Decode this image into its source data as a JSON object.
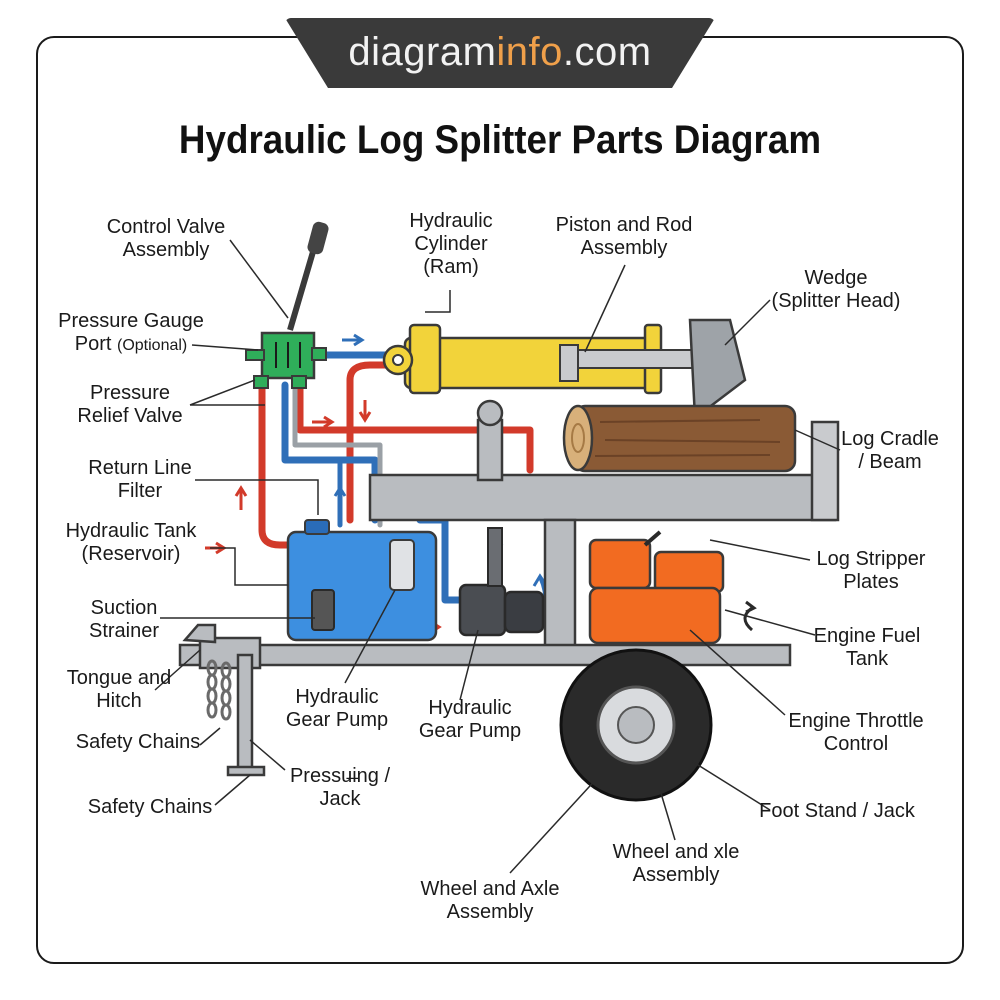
{
  "site": {
    "prefix": "diagram",
    "accent": "info",
    "suffix": ".com"
  },
  "title": "Hydraulic Log Splitter Parts Diagram",
  "labels": {
    "control_valve": [
      "Control Valve",
      "Assembly"
    ],
    "pressure_gauge": [
      "Pressure Gauge",
      "Port",
      "(Optional)"
    ],
    "relief_valve": [
      "Pressure",
      "Relief Valve"
    ],
    "return_filter": [
      "Return Line",
      "Filter"
    ],
    "tank": [
      "Hydraulic Tank",
      "(Reservoir)"
    ],
    "strainer": [
      "Suction",
      "Strainer"
    ],
    "tongue": [
      "Tongue and",
      "Hitch"
    ],
    "chains_1": [
      "Safety Chains"
    ],
    "chains_2": [
      "Safety Chains"
    ],
    "pump_1": [
      "Hydraulic",
      "Gear Pump"
    ],
    "pump_2": [
      "Hydraulic",
      "Gear Pump"
    ],
    "jack_1": [
      "Pressu̶ing /",
      "Jack"
    ],
    "cylinder": [
      "Hydraulic",
      "Cylinder",
      "(Ram)"
    ],
    "piston": [
      "Piston and Rod",
      "Assembly"
    ],
    "wedge": [
      "Wedge",
      "(Splitter Head)"
    ],
    "cradle": [
      "Log Cradle",
      "/ Beam"
    ],
    "stripper": [
      "Log Stripper",
      "Plates"
    ],
    "fuel_tank": [
      "Engine Fuel",
      "Tank"
    ],
    "throttle": [
      "Engine Throttle",
      "Control"
    ],
    "foot_stand": [
      "Foot Stand / Jack"
    ],
    "wheel_1": [
      "Wheel and xle",
      "Assembly"
    ],
    "wheel_2": [
      "Wheel and Axle",
      "Assembly"
    ]
  },
  "colors": {
    "cylinder": "#f2d33a",
    "tank": "#3d8fe0",
    "engine": "#f26b21",
    "frame": "#b9bcc0",
    "pressure_line": "#d23a2a",
    "return_line": "#2f6fb8",
    "log": "#8a5a35"
  }
}
